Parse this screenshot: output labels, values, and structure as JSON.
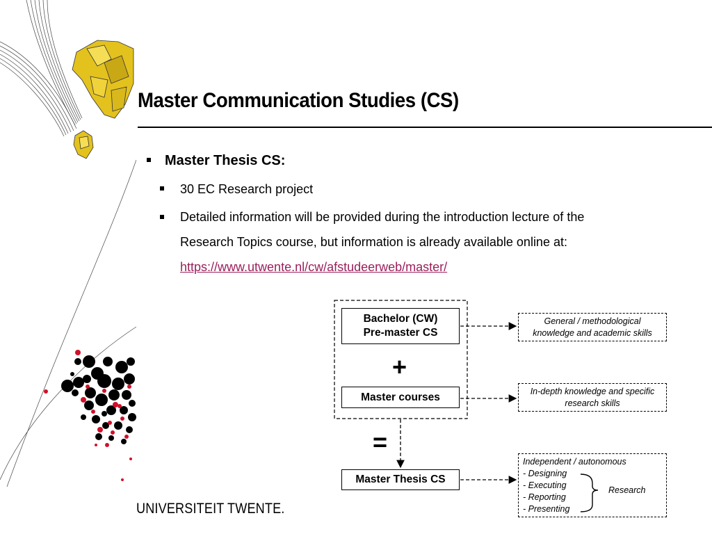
{
  "slide": {
    "title": "Master Communication Studies (CS)",
    "bullets": {
      "main": "Master Thesis CS:",
      "sub1": "30 EC Research project",
      "sub2_line1": "Detailed information will be provided during the introduction lecture of the",
      "sub2_line2": "Research Topics course, but information is already available online at:",
      "link": "https://www.utwente.nl/cw/afstudeerweb/master/"
    }
  },
  "diagram": {
    "bachelor_line1": "Bachelor (CW)",
    "bachelor_line2": "Pre-master CS",
    "plus": "+",
    "master_courses": "Master courses",
    "equals": "=",
    "master_thesis": "Master Thesis CS",
    "general_line1": "General / methodological",
    "general_line2": "knowledge and academic skills",
    "indepth_line1": "In-depth knowledge and specific",
    "indepth_line2": "research skills",
    "outcome": {
      "heading": "Independent  / autonomous",
      "items": [
        "- Designing",
        "- Executing",
        "- Reporting",
        "- Presenting"
      ],
      "research": "Research"
    }
  },
  "footer": {
    "logo_text": "UNIVERSITEIT TWENTE."
  },
  "colors": {
    "link": "#9a1f5c",
    "gold": "#e3c21e",
    "red_dot": "#d2102a"
  }
}
